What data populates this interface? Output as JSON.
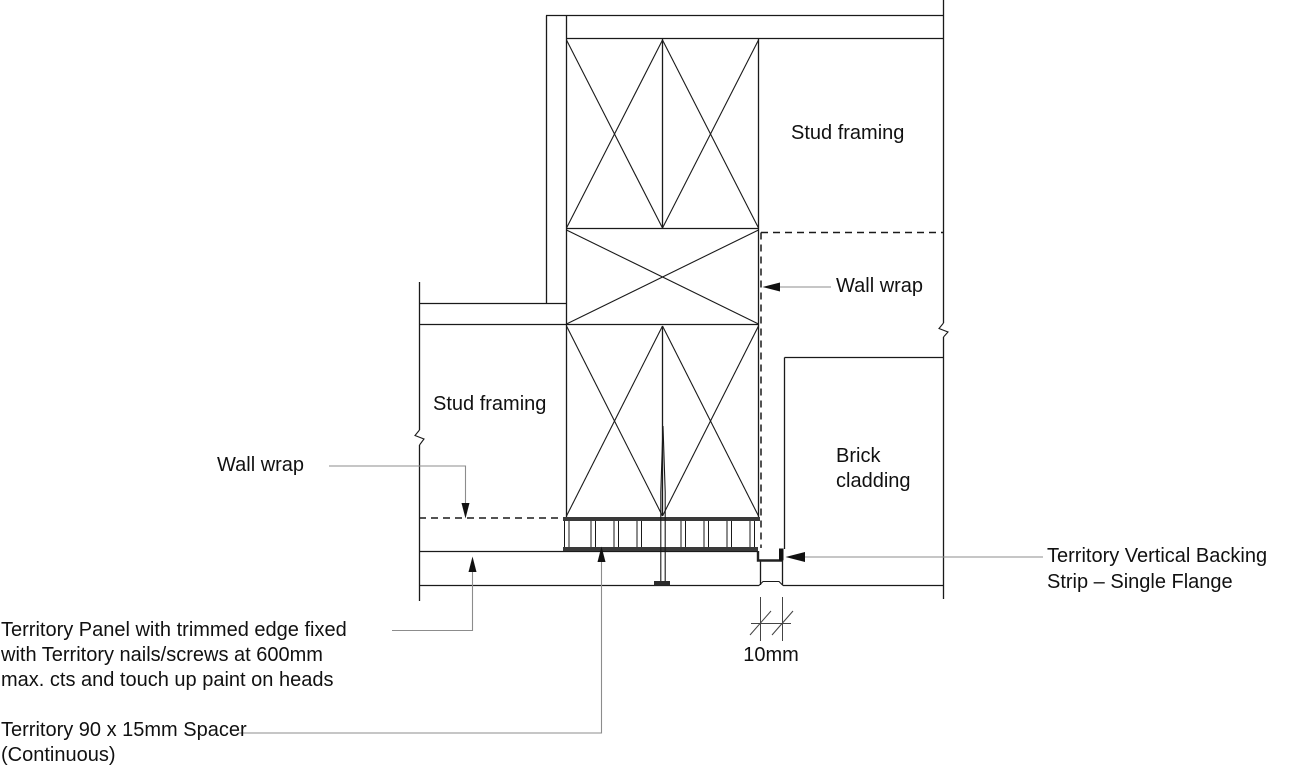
{
  "labels": {
    "stud_framing_top": "Stud framing",
    "wall_wrap_right": "Wall wrap",
    "stud_framing_left": "Stud framing",
    "wall_wrap_left": "Wall wrap",
    "brick_cladding_line1": "Brick",
    "brick_cladding_line2": "cladding",
    "backing_strip_line1": "Territory Vertical Backing",
    "backing_strip_line2": "Strip – Single Flange",
    "panel_note_line1": "Territory Panel with trimmed edge fixed",
    "panel_note_line2": "with Territory nails/screws at 600mm",
    "panel_note_line3": "max. cts and touch up paint on heads",
    "spacer_note_line1": "Territory 90 x 15mm Spacer",
    "spacer_note_line2": "(Continuous)"
  },
  "dimensions": {
    "brick_gap": "10mm"
  },
  "colors": {
    "line": "#1a1a1a",
    "thick_line": "#3a3a3a",
    "leader": "#8c8c8c",
    "text": "#111111",
    "background": "#ffffff"
  }
}
